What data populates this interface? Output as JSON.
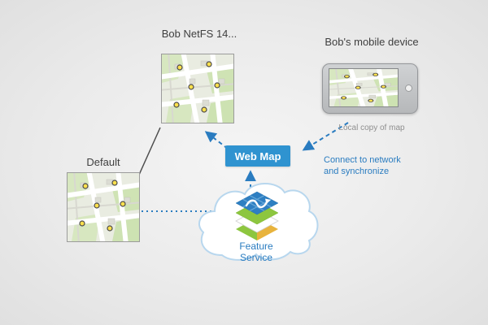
{
  "labels": {
    "netfs": "Bob NetFS 14...",
    "mobile": "Bob's mobile device",
    "local_copy": "Local copy of map",
    "default": "Default",
    "web_map": "Web Map",
    "connect1": "Connect to network",
    "connect2": "and synchronize",
    "feature1": "Feature",
    "feature2": "Service"
  },
  "colors": {
    "accent_blue": "#2a7cc0",
    "webmap_bg": "#2f93d0",
    "cloud_stroke": "#b8d7ee",
    "text_dark": "#3f3f3f",
    "text_muted": "#8f8f8f",
    "map_dot_yellow": "#ffe14d",
    "layer_green": "#8dc63f",
    "layer_blue": "#2e7fc2",
    "layer_yellow": "#e8b33c"
  }
}
